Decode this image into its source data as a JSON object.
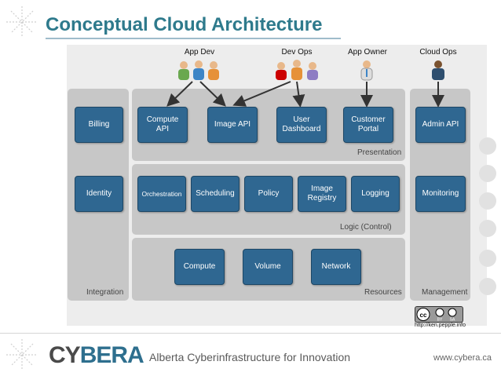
{
  "title": "Conceptual Cloud Architecture",
  "roles": {
    "app_dev": "App Dev",
    "dev_ops": "Dev Ops",
    "app_owner": "App Owner",
    "cloud_ops": "Cloud Ops"
  },
  "integration": {
    "label": "Integration",
    "billing": "Billing",
    "identity": "Identity"
  },
  "presentation": {
    "label": "Presentation",
    "compute_api": "Compute\nAPI",
    "image_api": "Image API",
    "user_dashboard": "User\nDashboard",
    "customer_portal": "Customer\nPortal"
  },
  "logic": {
    "label": "Logic (Control)",
    "orchestration": "Orchestration",
    "scheduling": "Scheduling",
    "policy": "Policy",
    "image_registry": "Image\nRegistry",
    "logging": "Logging"
  },
  "resources": {
    "label": "Resources",
    "compute": "Compute",
    "volume": "Volume",
    "network": "Network"
  },
  "management": {
    "label": "Management",
    "admin_api": "Admin API",
    "monitoring": "Monitoring"
  },
  "license": {
    "cc": "cc",
    "by": "BY",
    "sa": "SA",
    "url": "http://ken.pepple.info"
  },
  "footer": {
    "logo_a": "CY",
    "logo_b": "BERA",
    "tagline": "Alberta Cyberinfrastructure for Innovation",
    "url": "www.cybera.ca"
  },
  "colors": {
    "title": "#2e7a8c",
    "box": "#2f6791",
    "panel": "#c7c7c7"
  }
}
